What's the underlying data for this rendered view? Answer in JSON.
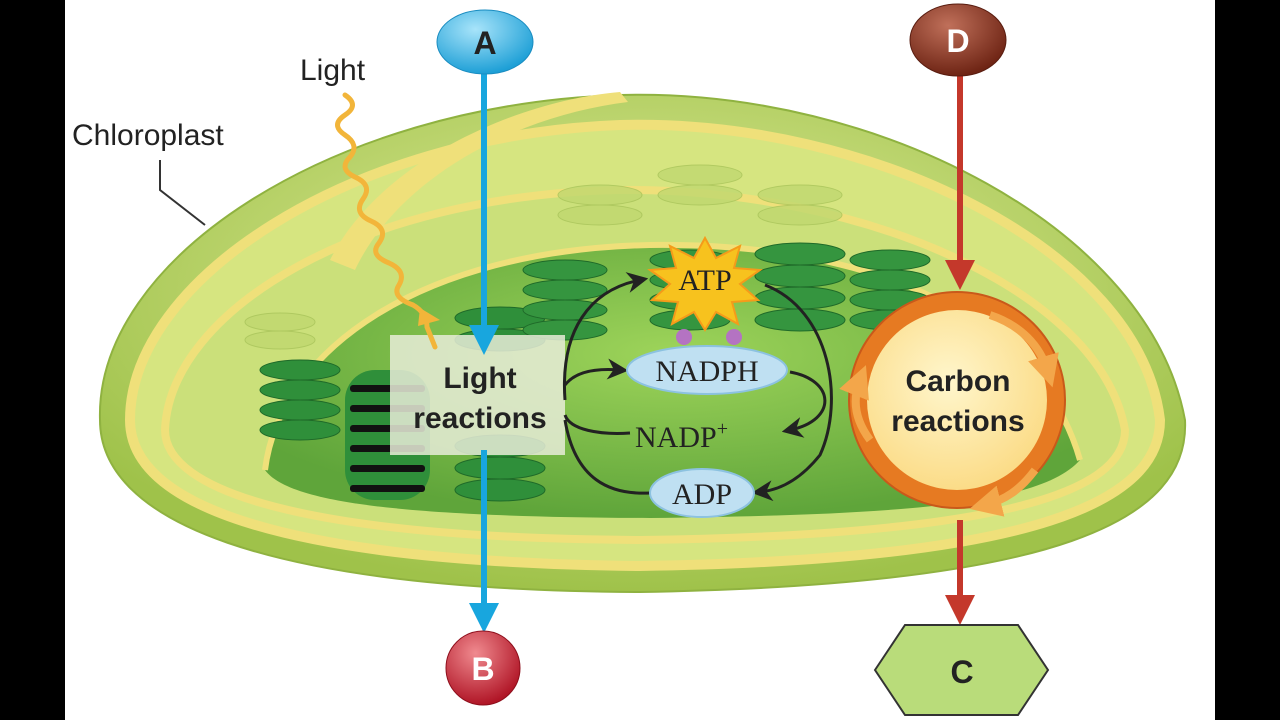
{
  "labels": {
    "light": "Light",
    "chloroplast": "Chloroplast",
    "light_reactions_line1": "Light",
    "light_reactions_line2": "reactions",
    "carbon_reactions_line1": "Carbon",
    "carbon_reactions_line2": "reactions",
    "atp": "ATP",
    "nadph": "NADPH",
    "nadp": "NADP",
    "nadp_sup": "+",
    "adp": "ADP"
  },
  "markers": {
    "a": "A",
    "b": "B",
    "c": "C",
    "d": "D"
  },
  "colors": {
    "background_panel": "#ffffff",
    "outer_border": "#000000",
    "membrane_outer": "#c6dc6a",
    "membrane_yellow": "#efe07a",
    "stroma": "#86c34a",
    "thylakoid": "#2f8f3a",
    "light_arrow": "#18a6de",
    "carbon_arrow": "#c4382b",
    "marker_a": "#3cb6e6",
    "marker_b": "#c8202e",
    "marker_d": "#8a3322",
    "marker_c": "#b9dc7a",
    "calvin_ring": "#e67a22",
    "calvin_fill": "#fdeaa8",
    "cofactor_oval": "#bfe0f2",
    "atp_star": "#f7c21e",
    "light_wave": "#f2b53a"
  }
}
